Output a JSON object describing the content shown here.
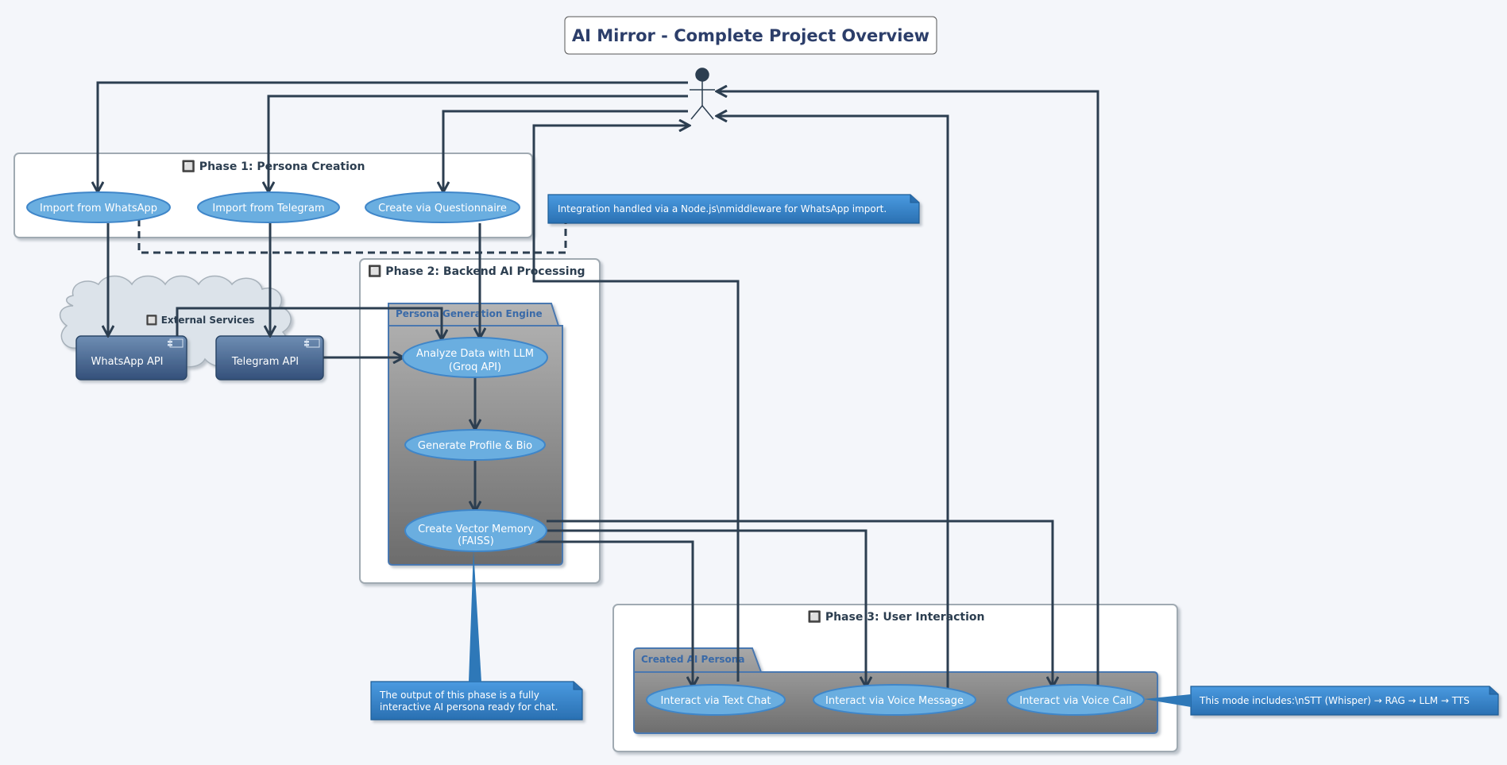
{
  "title": "AI Mirror - Complete Project Overview",
  "phases": {
    "phase1": {
      "label": "🔲 Phase 1: Persona Creation"
    },
    "phase2": {
      "label": "🔲 Phase 2: Backend AI Processing"
    },
    "phase3": {
      "label": "🔲 Phase 3: User Interaction"
    }
  },
  "packages": {
    "engine": "Persona Generation Engine",
    "persona": "Created AI Persona"
  },
  "cloud": {
    "label": "🔲 External Services",
    "whatsapp_api": "WhatsApp API",
    "telegram_api": "Telegram API"
  },
  "usecases": {
    "import_whatsapp": "Import from WhatsApp",
    "import_telegram": "Import from Telegram",
    "questionnaire": "Create via Questionnaire",
    "analyze_line1": "Analyze Data with LLM",
    "analyze_line2": "(Groq API)",
    "generate_profile": "Generate Profile & Bio",
    "vector_line1": "Create Vector Memory",
    "vector_line2": "(FAISS)",
    "text_chat": "Interact via Text Chat",
    "voice_message": "Interact via Voice Message",
    "voice_call": "Interact via Voice Call"
  },
  "notes": {
    "integration": "Integration handled via a Node.js\\nmiddleware for WhatsApp import.",
    "output_line1": "The output of this phase is a fully",
    "output_line2": "interactive AI persona ready for chat.",
    "mode": "This mode includes:\\nSTT (Whisper) → RAG → LLM → TTS"
  },
  "colors": {
    "background": "#f4f6fa",
    "edge": "#2c3e50",
    "usecase_fill": "#6aaee0",
    "usecase_stroke": "#3f86c9",
    "note_fill": "#2e78b8",
    "title_text": "#2c3e6a",
    "package_title": "#3a6aa8"
  }
}
